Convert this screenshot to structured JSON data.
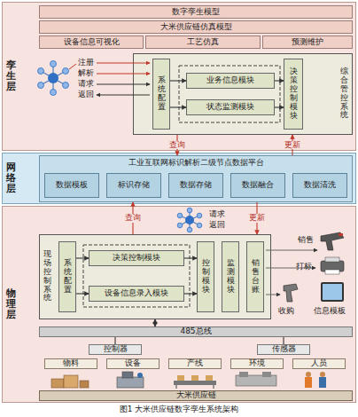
{
  "diagram": {
    "caption": "图1 大米供应链数字孪生系统架构",
    "nodes": [
      {
        "text": [
          "孪生层"
        ]
      },
      {
        "text": [
          "数字孪生模型"
        ],
        "in": 0
      },
      {
        "text": [
          "大米供应链仿真模型"
        ],
        "in": 0
      },
      {
        "text": [
          "设备信息可视化"
        ],
        "in": 0
      },
      {
        "text": [
          "工艺仿真"
        ],
        "in": 0
      },
      {
        "text": [
          "预测维护"
        ],
        "in": 0
      },
      {
        "text": [
          "综合管控系统"
        ],
        "in": 0
      },
      {
        "text": [
          "系统配置"
        ],
        "in": 6
      },
      {
        "text": [
          "业务信息模块"
        ],
        "in": 6
      },
      {
        "text": [
          "状态监测模块"
        ],
        "in": 6
      },
      {
        "text": [
          "决策控制模块"
        ],
        "in": 6
      },
      {
        "text": [
          "网络层"
        ]
      },
      {
        "text": [
          "工业互联网标识解析二级节点数据平台"
        ],
        "in": 11
      },
      {
        "text": [
          "数据模板"
        ],
        "in": 12
      },
      {
        "text": [
          "标识存储"
        ],
        "in": 12
      },
      {
        "text": [
          "数据存储"
        ],
        "in": 12
      },
      {
        "text": [
          "数据融合"
        ],
        "in": 12
      },
      {
        "text": [
          "数据清洗"
        ],
        "in": 12
      },
      {
        "text": [
          "物理层"
        ]
      },
      {
        "text": [
          "现场控制系统"
        ],
        "in": 18
      },
      {
        "text": [
          "系统配置"
        ],
        "in": 19
      },
      {
        "text": [
          "决策控制模块"
        ],
        "in": 19
      },
      {
        "text": [
          "设备信息录入模块"
        ],
        "in": 19
      },
      {
        "text": [
          "控制模块"
        ],
        "in": 19
      },
      {
        "text": [
          "监测模块"
        ],
        "in": 19
      },
      {
        "text": [
          "销售台账"
        ],
        "in": 19
      },
      {
        "text": [
          "485总线"
        ],
        "in": 18
      },
      {
        "text": [
          "控制器"
        ],
        "in": 18
      },
      {
        "text": [
          "传感器"
        ],
        "in": 18
      },
      {
        "text": [
          "物料"
        ],
        "in": 18
      },
      {
        "text": [
          "设备"
        ],
        "in": 18
      },
      {
        "text": [
          "产线"
        ],
        "in": 18
      },
      {
        "text": [
          "环境"
        ],
        "in": 18
      },
      {
        "text": [
          "人员"
        ],
        "in": 18
      },
      {
        "text": [
          "大米供应链"
        ],
        "in": 18
      }
    ],
    "edges": [
      {
        "from": 6,
        "to": 12,
        "label": "查询",
        "arrow": "to"
      },
      {
        "from": 12,
        "to": 6,
        "label": "更新",
        "arrow": "to"
      },
      {
        "from": 19,
        "to": 12,
        "label": "查询",
        "arrow": "to"
      },
      {
        "from": 12,
        "to": 19,
        "label": "更新",
        "arrow": "to"
      },
      {
        "from": 7,
        "to": 8,
        "arrow": "to"
      },
      {
        "from": 7,
        "to": 9,
        "arrow": "to"
      },
      {
        "from": 8,
        "to": 10,
        "arrow": "to"
      },
      {
        "from": 9,
        "to": 10,
        "arrow": "to"
      },
      {
        "from": 20,
        "to": 21,
        "arrow": "to"
      },
      {
        "from": 20,
        "to": 22,
        "arrow": "to"
      },
      {
        "from": 21,
        "to": 23,
        "arrow": "to"
      },
      {
        "from": 22,
        "to": 23,
        "arrow": "to"
      },
      {
        "from": 19,
        "to": 26,
        "arrow": "both"
      },
      {
        "from": 26,
        "to": 27,
        "arrow": "none"
      },
      {
        "from": 26,
        "to": 28,
        "arrow": "none"
      }
    ],
    "labels": [
      "注册",
      "解析",
      "请求",
      "返回",
      "请求",
      "返回",
      "销售",
      "打标",
      "收购",
      "信息模板"
    ]
  }
}
